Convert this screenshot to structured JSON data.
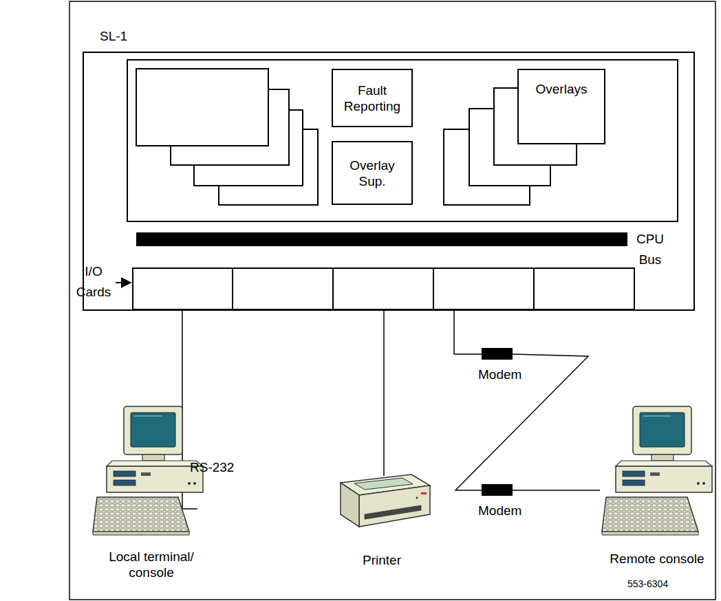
{
  "diagram": {
    "nodes": [
      {
        "text": [
          "SL-1"
        ]
      },
      {
        "text": [
          "Fault Reporting"
        ],
        "in": 0
      },
      {
        "text": [
          "Overlay Sup."
        ],
        "in": 0
      },
      {
        "text": [
          "Overlays"
        ],
        "in": 0
      },
      {
        "text": [
          "Local terminal/ console"
        ]
      },
      {
        "text": [
          "Printer"
        ]
      },
      {
        "text": [
          "Remote console"
        ]
      }
    ],
    "labels": [
      "CPU Bus",
      "I/O Cards",
      "RS-232",
      "Modem",
      "Modem",
      "553-6304"
    ]
  }
}
